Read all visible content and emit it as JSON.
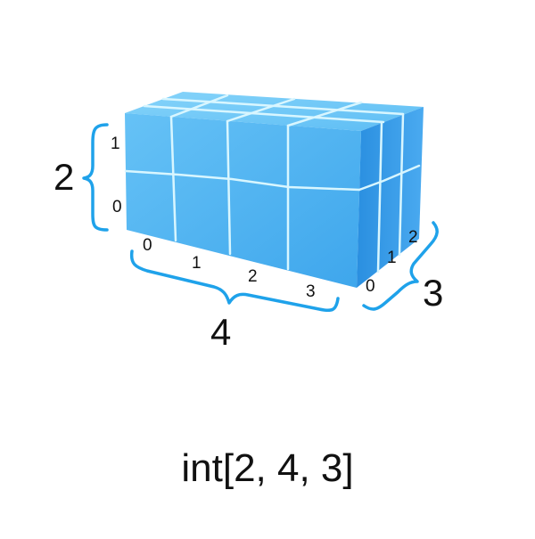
{
  "caption": "int[2, 4, 3]",
  "dims": {
    "rows": "2",
    "cols": "4",
    "depth": "3"
  },
  "row_indices": [
    "0",
    "1"
  ],
  "col_indices": [
    "0",
    "1",
    "2",
    "3"
  ],
  "depth_indices": [
    "0",
    "1",
    "2"
  ],
  "colors": {
    "front_face": "#55b6f2",
    "top_face": "#6cc8f7",
    "side_face": "#2e98e4",
    "seam": "#d8f6ff",
    "brace": "#1fa2ea"
  }
}
